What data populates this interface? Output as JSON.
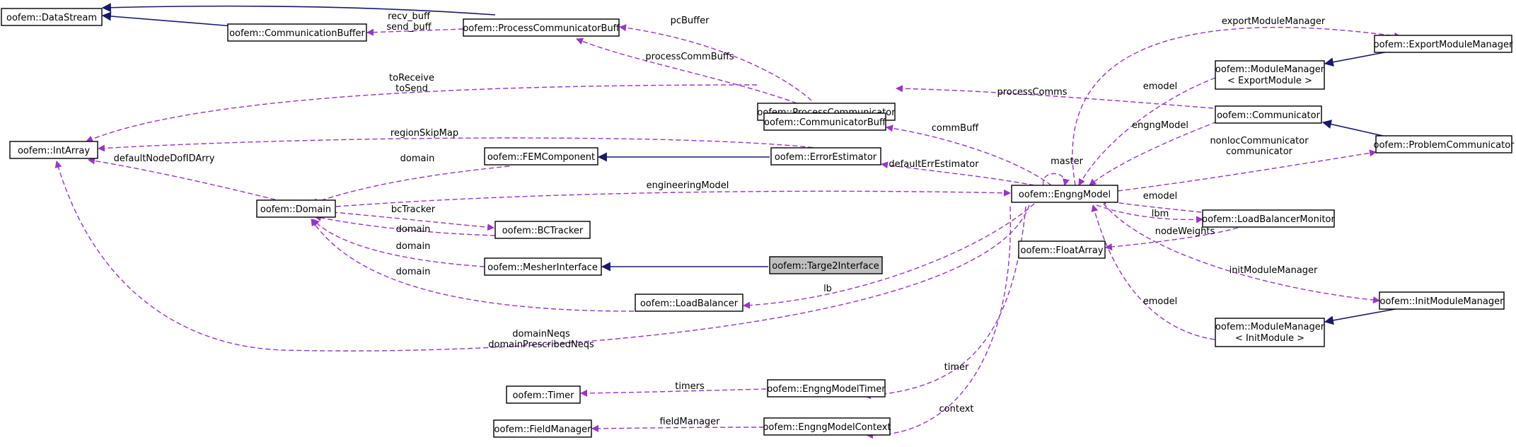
{
  "colors": {
    "dependency": "#9a32cd",
    "inheritance": "#191970",
    "highlight_fill": "#bfbfbf"
  },
  "nodes": {
    "datastream": "oofem::DataStream",
    "communicationbuffer": "oofem::CommunicationBuffer",
    "processcommunicatorbuff": "oofem::ProcessCommunicatorBuff",
    "intarray": "oofem::IntArray",
    "processcommunicator": "oofem::ProcessCommunicator",
    "communicatorbuff": "oofem::CommunicatorBuff",
    "femcomponent": "oofem::FEMComponent",
    "errorestimator": "oofem::ErrorEstimator",
    "domain": "oofem::Domain",
    "bctracker": "oofem::BCTracker",
    "mesherinterface": "oofem::MesherInterface",
    "targe2interface": "oofem::Targe2Interface",
    "loadbalancer": "oofem::LoadBalancer",
    "engngmodel": "oofem::EngngModel",
    "floatarray": "oofem::FloatArray",
    "timer": "oofem::Timer",
    "engngmodeltimer": "oofem::EngngModelTimer",
    "fieldmanager": "oofem::FieldManager",
    "engngmodelcontext": "oofem::EngngModelContext",
    "exportmodulemanager": "oofem::ExportModuleManager",
    "modulemanager_export": [
      "oofem::ModuleManager",
      "< ExportModule >"
    ],
    "communicator": "oofem::Communicator",
    "problemcommunicator": "oofem::ProblemCommunicator",
    "loadbalancermonitor": "oofem::LoadBalancerMonitor",
    "initmodulemanager": "oofem::InitModuleManager",
    "modulemanager_init": [
      "oofem::ModuleManager",
      "< InitModule >"
    ]
  },
  "edge_labels": {
    "recv_send": [
      "recv_buff",
      "send_buff"
    ],
    "pcbuffer": "pcBuffer",
    "processcommbuffs": "processCommBuffs",
    "toreceive_tosend": [
      "toReceive",
      "toSend"
    ],
    "regionskipmap": "regionSkipMap",
    "defaultnodedofidarry": "defaultNodeDofIDArry",
    "domain_fem": "domain",
    "domain_bc": "domain",
    "domain_mesher": "domain",
    "domain_lb": "domain",
    "bctracker": "bcTracker",
    "engineeringmodel": "engineeringModel",
    "defaulterrestimator": "defaultErrEstimator",
    "commbuff": "commBuff",
    "processcomms": "processComms",
    "master": "master",
    "exportmodulemanager": "exportModuleManager",
    "emodel_export": "emodel",
    "engngmodel": "engngModel",
    "nonloc_communicator": [
      "nonlocCommunicator",
      "communicator"
    ],
    "emodel_lbm": "emodel",
    "lbm": "lbm",
    "nodeweights": "nodeWeights",
    "initmodulemanager": "initModuleManager",
    "emodel_init": "emodel",
    "lb": "lb",
    "domainneqs": [
      "domainNeqs",
      "domainPrescribedNeqs"
    ],
    "timer": "timer",
    "timers": "timers",
    "context": "context",
    "fieldmanager": "fieldManager"
  }
}
